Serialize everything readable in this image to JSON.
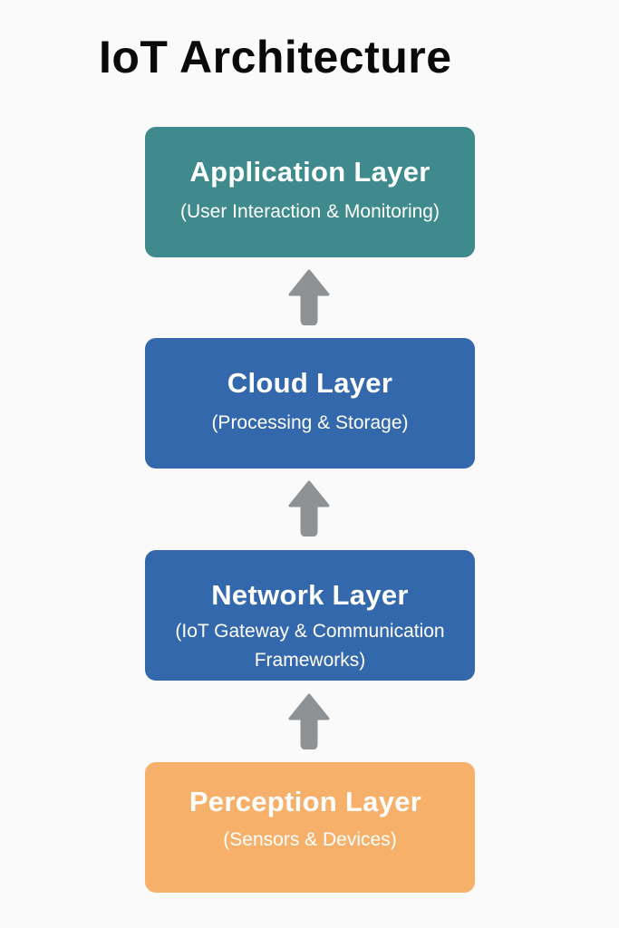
{
  "title": "IoT Architecture",
  "layers": [
    {
      "name": "Application Layer",
      "desc": "(User Interaction & Monitoring)",
      "color": "#3e8a8c"
    },
    {
      "name": "Cloud Layer",
      "desc": "(Processing & Storage)",
      "color": "#3468ad"
    },
    {
      "name": "Network Layer",
      "desc": "(IoT Gateway & Communication Frameworks)",
      "color": "#3468ad"
    },
    {
      "name": "Perception Layer",
      "desc": "(Sensors & Devices)",
      "color": "#f7b06a"
    }
  ],
  "arrow": {
    "icon": "arrow-up-icon",
    "color": "#8e9294"
  }
}
